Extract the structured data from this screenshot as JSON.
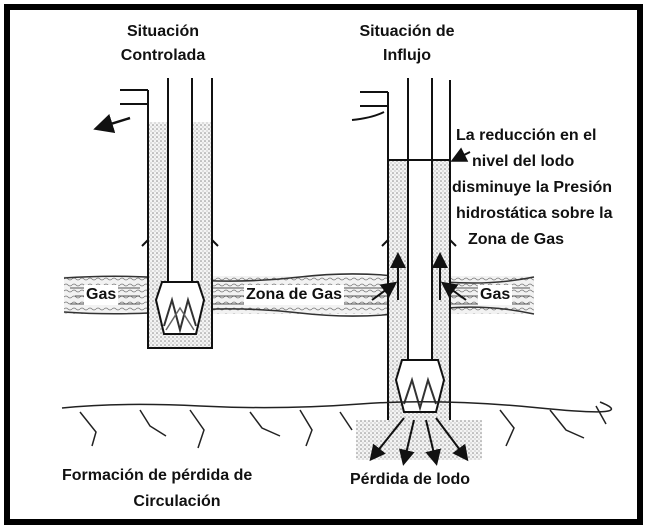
{
  "labels": {
    "left_title_line1": "Situación",
    "left_title_line2": "Controlada",
    "right_title_line1": "Situación de",
    "right_title_line2": "Influjo",
    "note_line1": "La reducción en el",
    "note_line2": "nivel del lodo",
    "note_line3": "disminuye la Presión",
    "note_line4": "hidrostática sobre la",
    "note_line5": "Zona de Gas",
    "gas_left": "Gas",
    "gas_zone": "Zona de Gas",
    "gas_right": "Gas",
    "formation_line1": "Formación de pérdida de",
    "formation_line2": "Circulación",
    "mud_loss": "Pérdida de lodo"
  }
}
